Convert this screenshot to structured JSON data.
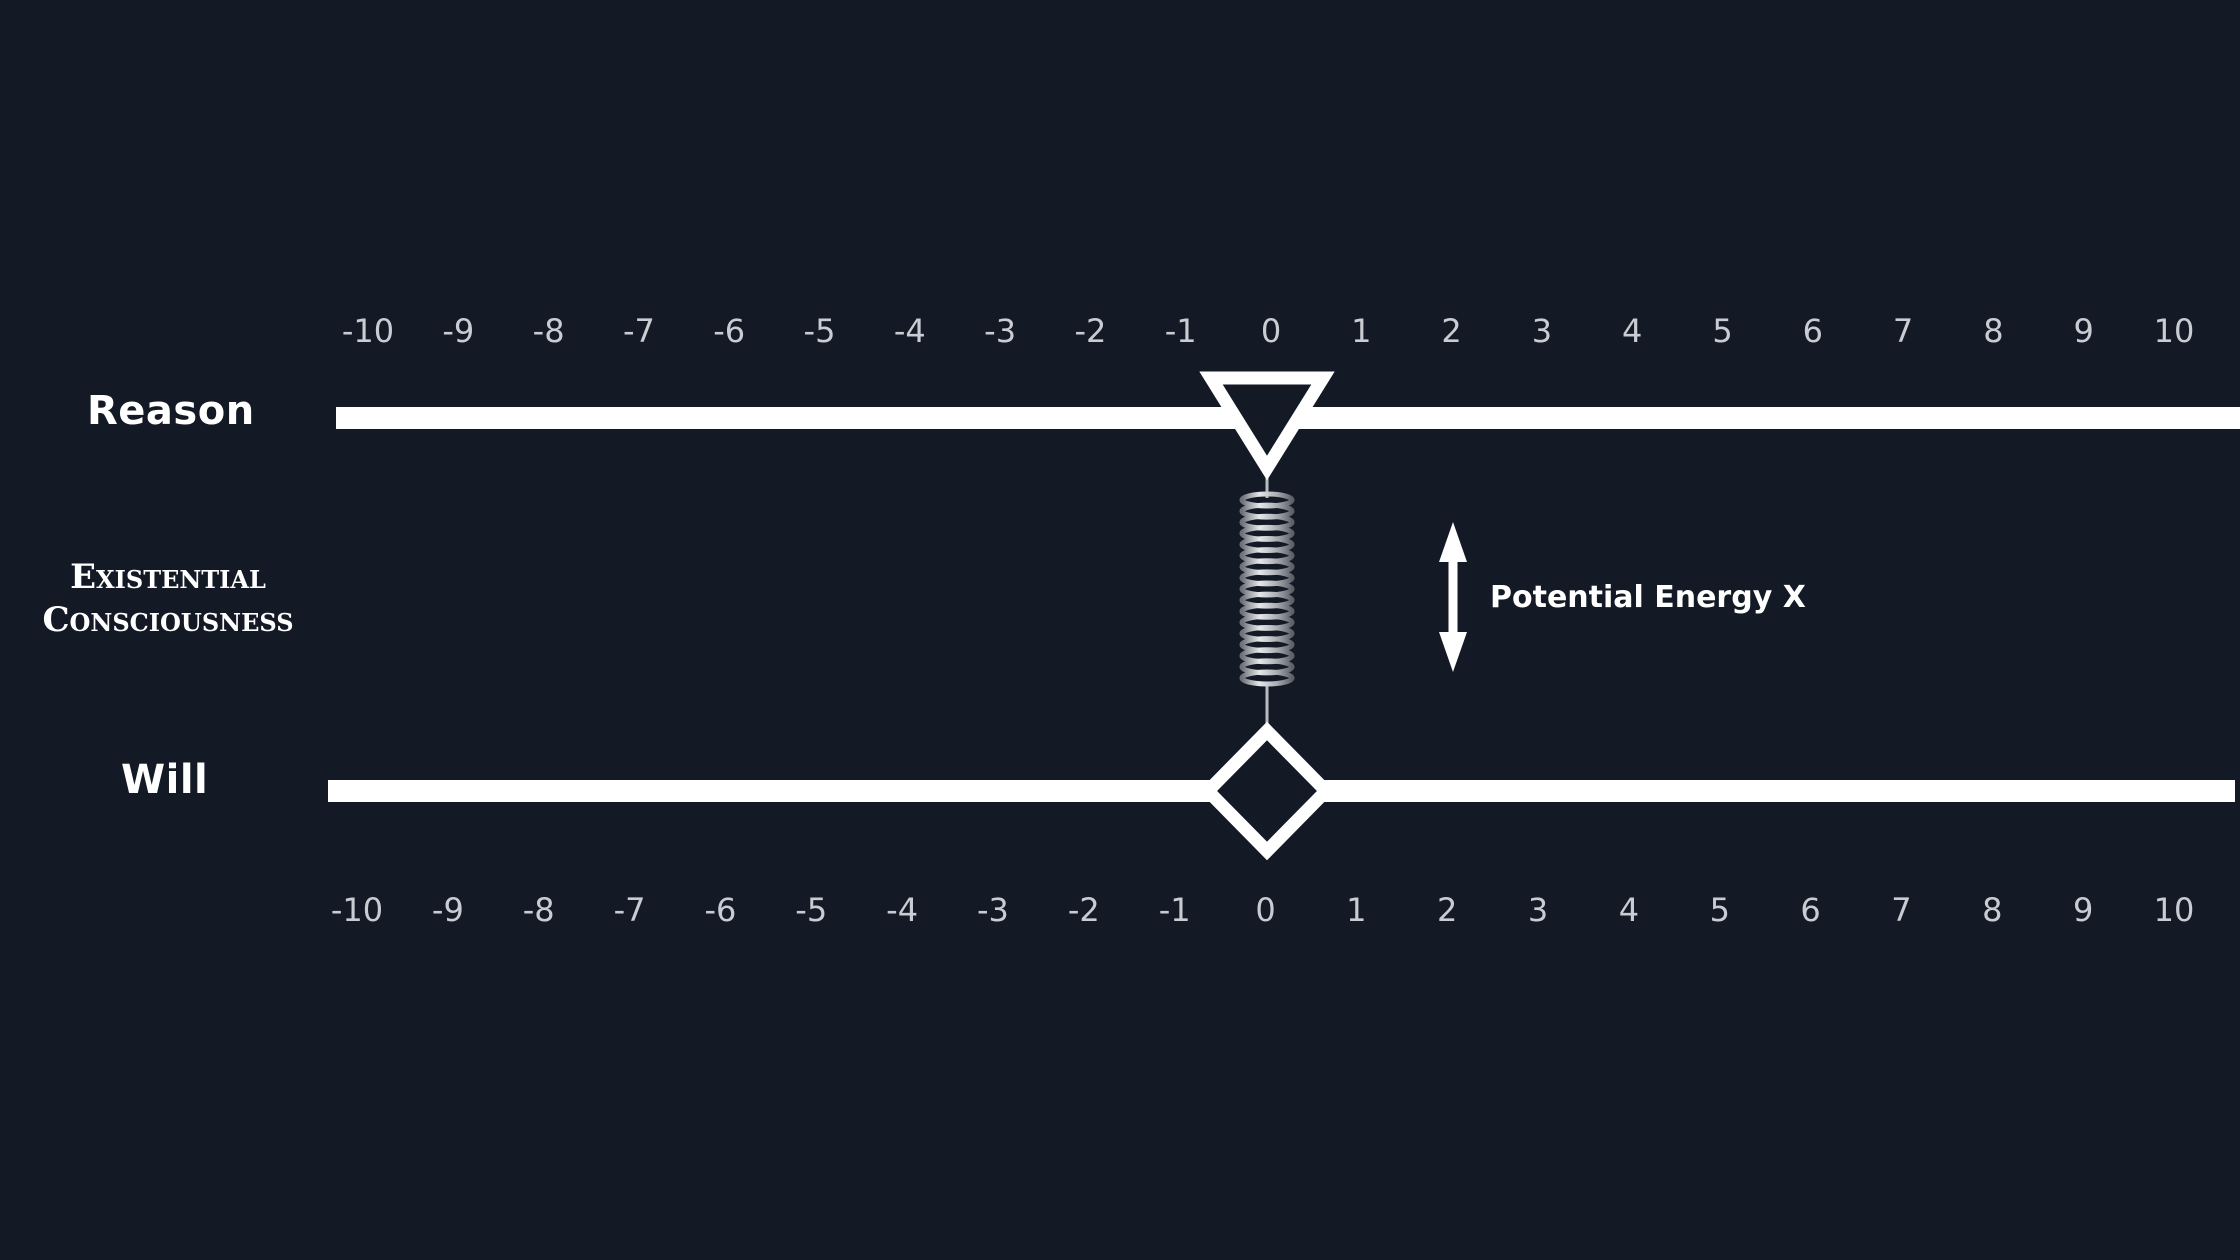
{
  "diagram": {
    "labels": {
      "reason": "Reason",
      "existential_line1": "Existential",
      "existential_line2": "Consciousness",
      "will": "Will",
      "potential_energy": "Potential Energy X"
    },
    "scale_min": -10,
    "scale_max": 10,
    "top_scale_ticks": [
      "-10",
      "-9",
      "-8",
      "-7",
      "-6",
      "-5",
      "-4",
      "-3",
      "-2",
      "-1",
      "0",
      "1",
      "2",
      "3",
      "4",
      "5",
      "6",
      "7",
      "8",
      "9",
      "10"
    ],
    "bottom_scale_ticks": [
      "-10",
      "-9",
      "-8",
      "-7",
      "-6",
      "-5",
      "-4",
      "-3",
      "-2",
      "-1",
      "0",
      "1",
      "2",
      "3",
      "4",
      "5",
      "6",
      "7",
      "8",
      "9",
      "10"
    ],
    "reason_marker_value": 0,
    "will_marker_value": 0,
    "colors": {
      "background": "#141a25",
      "line": "#ffffff",
      "tick_text": "#c9ccd2",
      "spring": "#b8bcc2"
    },
    "icons": {
      "reason_marker": "triangle-down-icon",
      "will_marker": "diamond-icon",
      "connector": "spring-icon",
      "energy_arrow": "double-arrow-vertical-icon"
    }
  }
}
